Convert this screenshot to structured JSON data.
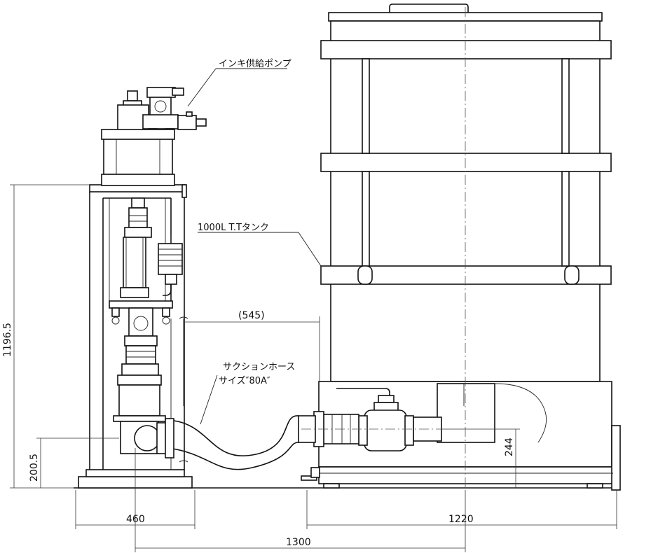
{
  "labels": {
    "pump": "インキ供給ポンプ",
    "tank": "1000L T.Tタンク",
    "hose_line1": "サクションホース",
    "hose_line2": "サイズ″80A″"
  },
  "dimensions": {
    "total_height": "1196.5",
    "outlet_height": "200.5",
    "gap": "(545)",
    "tank_outlet_height": "244",
    "pump_width": "460",
    "tank_width": "1220",
    "center_distance": "1300"
  },
  "colors": {
    "line": "#111111",
    "background": "#ffffff"
  }
}
